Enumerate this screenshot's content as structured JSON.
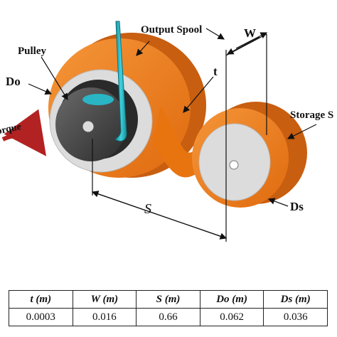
{
  "labels": {
    "output_spool": "Output Spool",
    "pulley": "Pulley",
    "do": "Do",
    "t": "t",
    "w": "W",
    "storage": "Storage S",
    "torque": "Torque",
    "s": "S",
    "ds": "Ds"
  },
  "colors": {
    "spool_orange": "#f07d1a",
    "spool_dark": "#c85e10",
    "face_gray": "#dcdcdc",
    "pulley_dark": "#3e3e3e",
    "cable": "#29b5c4",
    "torque_arrow": "#b22222"
  },
  "table": {
    "headers": [
      "t (m)",
      "W (m)",
      "S (m)",
      "Do (m)",
      "Ds (m)"
    ],
    "values": [
      "0.0003",
      "0.016",
      "0.66",
      "0.062",
      "0.036"
    ]
  }
}
